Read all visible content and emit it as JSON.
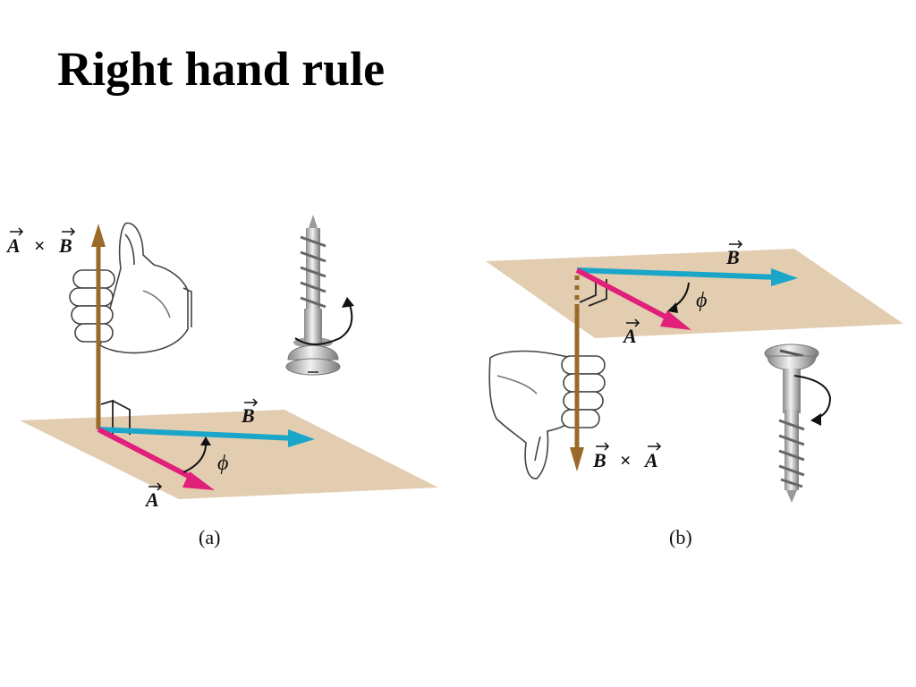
{
  "title": "Right hand rule",
  "panel_a": {
    "cross_label_left": "A",
    "cross_op": "×",
    "cross_label_right": "B",
    "vec_b": "B",
    "vec_a": "A",
    "angle": "ϕ",
    "caption": "(a)"
  },
  "panel_b": {
    "cross_label_left": "B",
    "cross_op": "×",
    "cross_label_right": "A",
    "vec_b": "B",
    "vec_a": "A",
    "angle": "ϕ",
    "caption": "(b)"
  },
  "colors": {
    "plane": "#e3cdb0",
    "vector_a": "#e0207a",
    "vector_b": "#1aa6c8",
    "cross": "#9a6a2a",
    "metal": "#bdbdbd"
  }
}
